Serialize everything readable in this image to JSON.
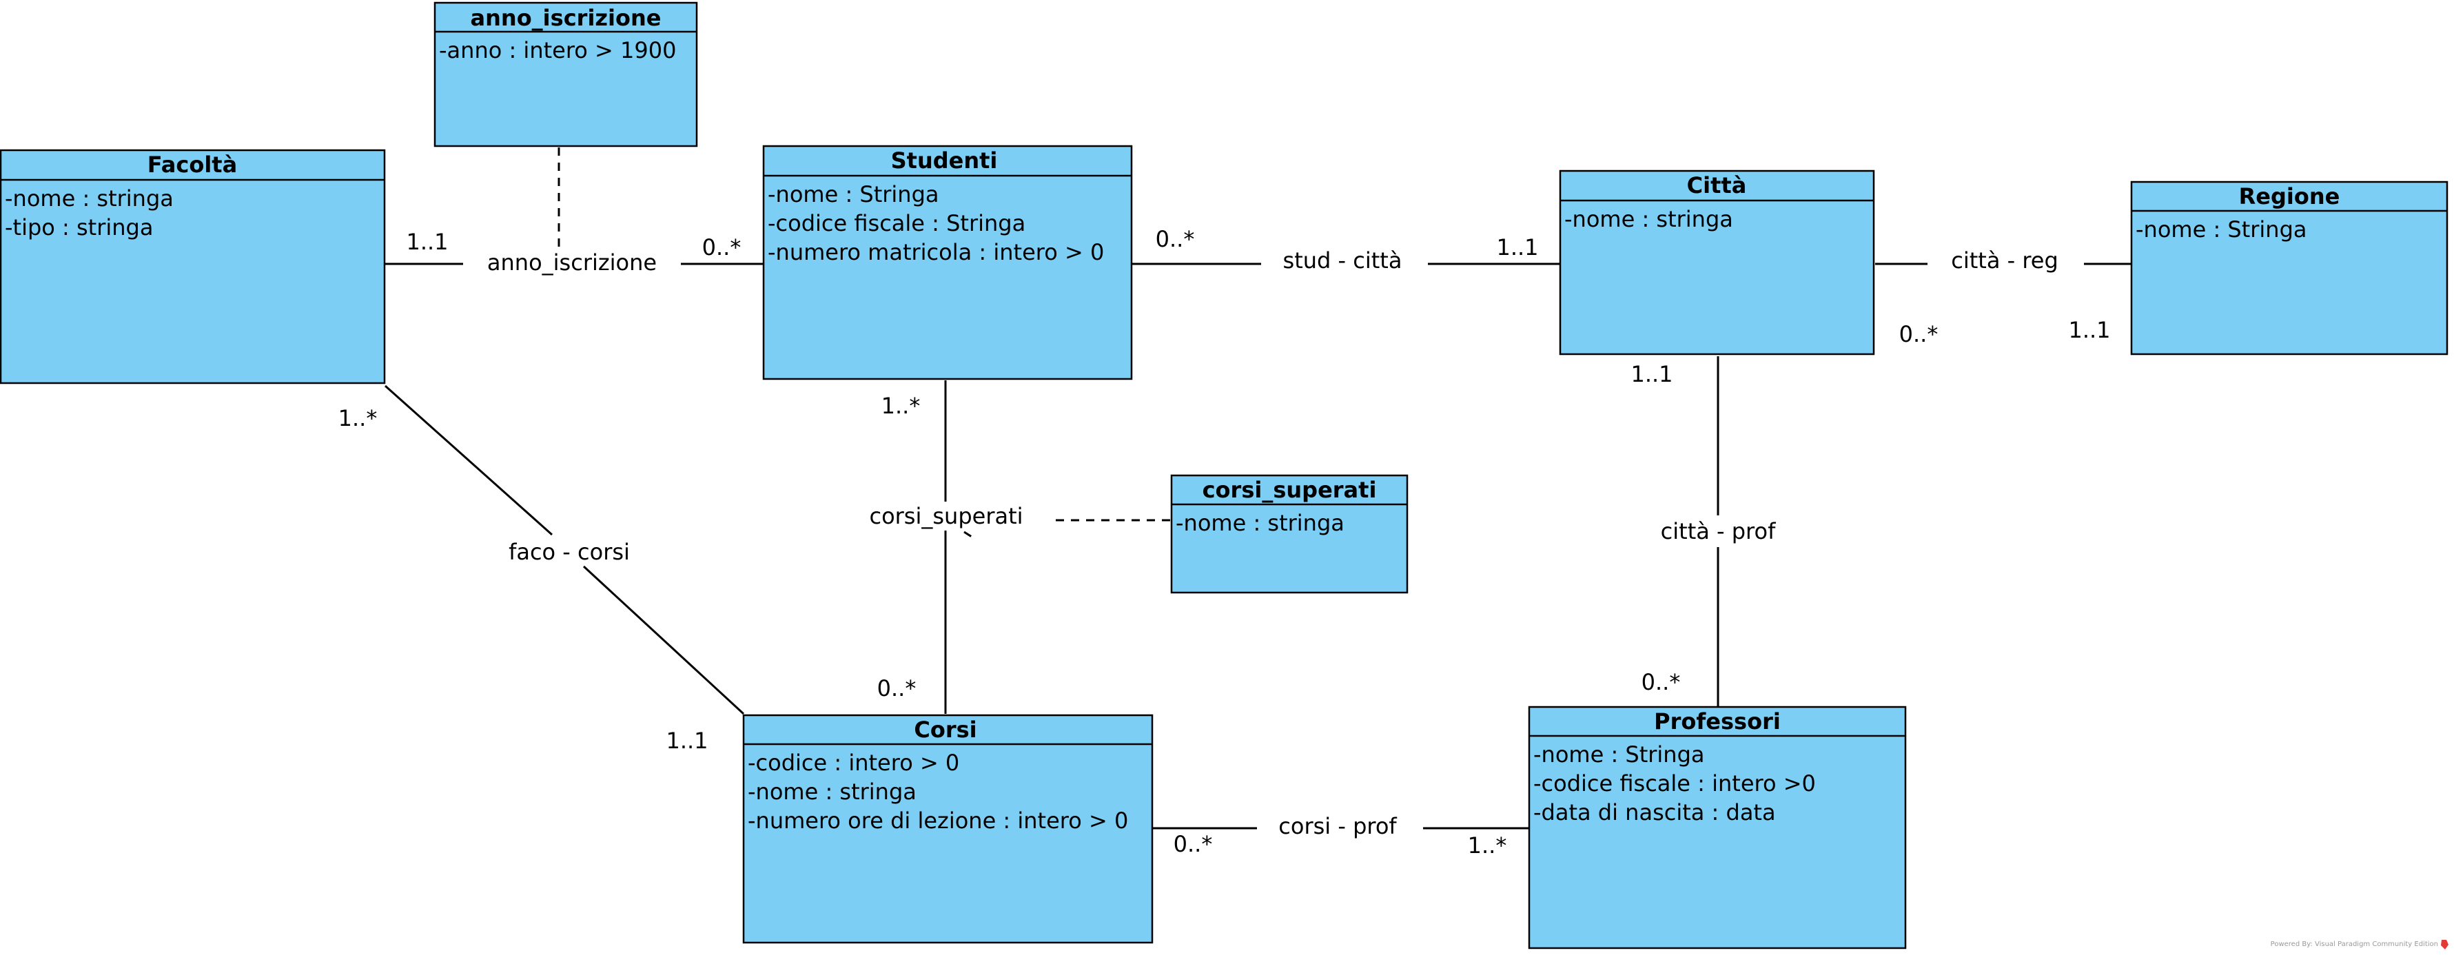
{
  "classes": {
    "anno_iscrizione": {
      "name": "anno_iscrizione",
      "attributes": [
        "-anno : intero > 1900"
      ]
    },
    "facolta": {
      "name": "Facoltà",
      "attributes": [
        "-nome : stringa",
        "-tipo : stringa"
      ]
    },
    "studenti": {
      "name": "Studenti",
      "attributes": [
        "-nome : Stringa",
        "-codice fiscale : Stringa",
        "-numero matricola : intero > 0"
      ]
    },
    "citta": {
      "name": "Città",
      "attributes": [
        "-nome : stringa"
      ]
    },
    "regione": {
      "name": "Regione",
      "attributes": [
        "-nome : Stringa"
      ]
    },
    "corsi_superati": {
      "name": "corsi_superati",
      "attributes": [
        "-nome : stringa"
      ]
    },
    "corsi": {
      "name": "Corsi",
      "attributes": [
        "-codice : intero > 0",
        "-nome : stringa",
        "-numero ore di lezione : intero > 0"
      ]
    },
    "professori": {
      "name": "Professori",
      "attributes": [
        "-nome : Stringa",
        "-codice fiscale : intero >0",
        "-data di nascita : data"
      ]
    }
  },
  "associations": {
    "anno_iscrizione": {
      "label": "anno_iscrizione",
      "mult_start": "1..1",
      "mult_end": "0..*"
    },
    "stud_citta": {
      "label": "stud - città",
      "mult_start": "0..*",
      "mult_end": "1..1"
    },
    "citta_reg": {
      "label": "città - reg",
      "mult_start": "0..*",
      "mult_end": "1..1"
    },
    "faco_corsi": {
      "label": "faco - corsi",
      "mult_start": "1..*",
      "mult_end": "1..1"
    },
    "corsi_superati": {
      "label": "corsi_superati",
      "mult_start": "1..*",
      "mult_end": "0..*"
    },
    "citta_prof": {
      "label": "città - prof",
      "mult_start": "1..1",
      "mult_end": "0..*"
    },
    "corsi_prof": {
      "label": "corsi - prof",
      "mult_start": "0..*",
      "mult_end": "1..*"
    }
  },
  "footer": {
    "text": "Powered By: Visual Paradigm Community Edition"
  },
  "colors": {
    "class_fill": "#7ccef4",
    "line": "#000000",
    "footer_icon": "#e53935"
  }
}
